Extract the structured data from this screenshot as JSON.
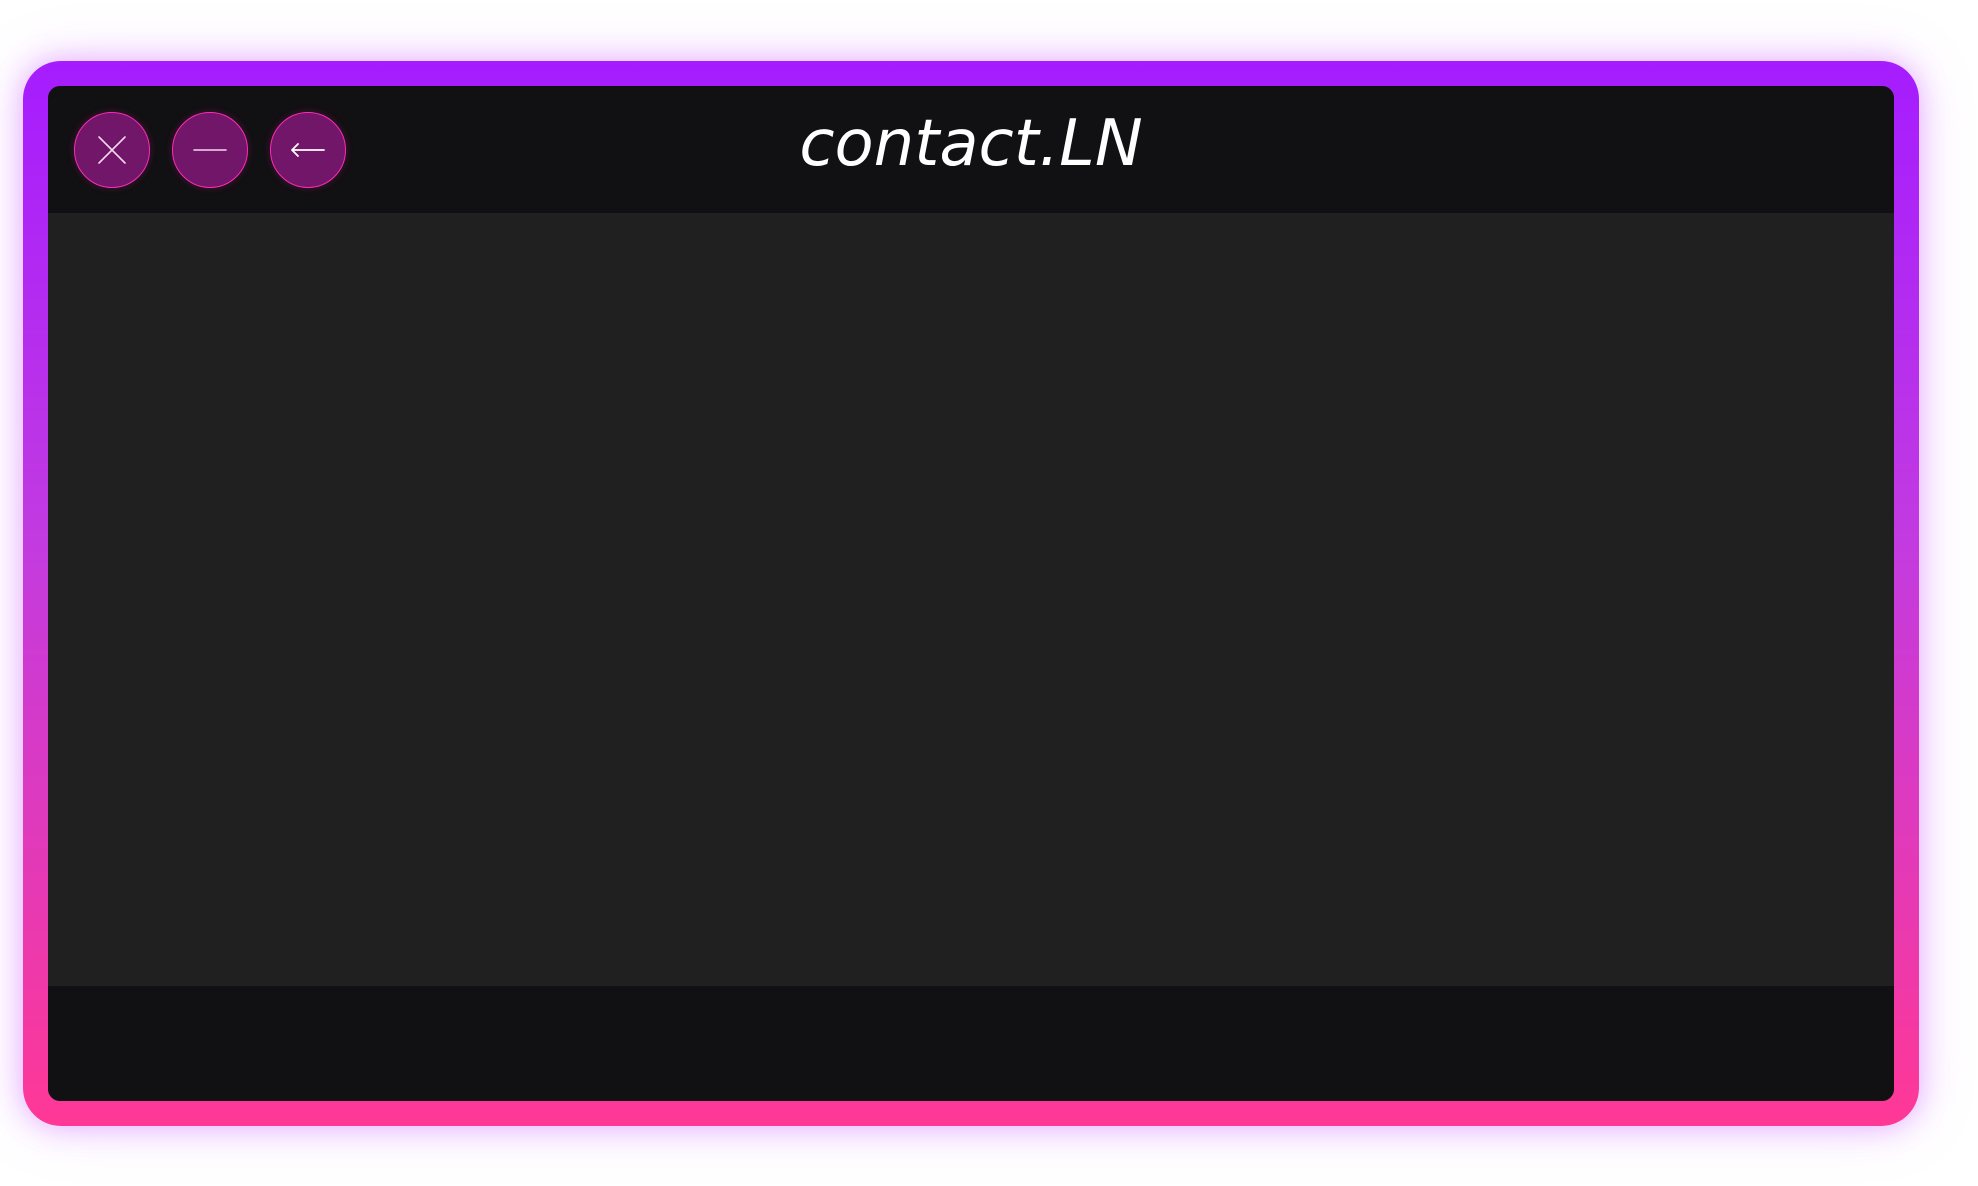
{
  "window": {
    "title": "contact.LN",
    "controls": [
      {
        "name": "close",
        "icon": "close-icon"
      },
      {
        "name": "minimize",
        "icon": "minimize-icon"
      },
      {
        "name": "back",
        "icon": "back-arrow-icon"
      }
    ]
  },
  "colors": {
    "frame_top": "#a51cff",
    "frame_bottom": "#ff3896",
    "button_fill": "#711669",
    "button_border": "#ff2ab5",
    "title_bar": "#111013",
    "content": "#202020",
    "text": "#ffffff"
  }
}
